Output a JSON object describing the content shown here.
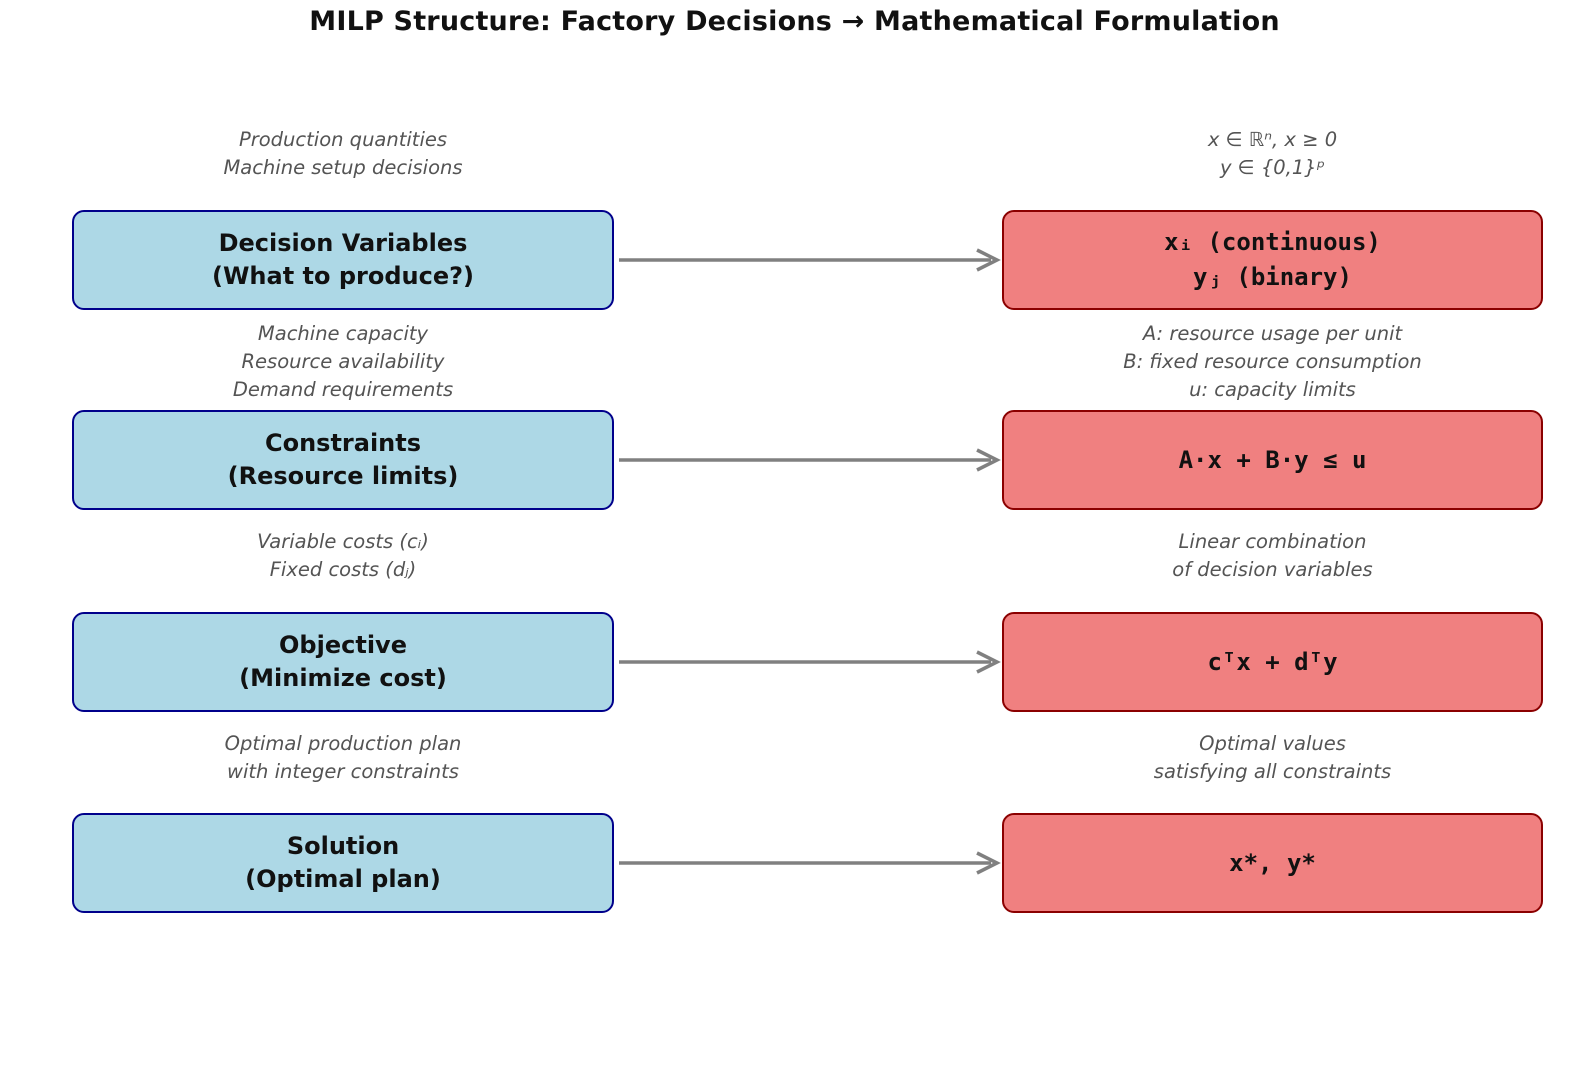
{
  "title": "MILP Structure: Factory Decisions → Mathematical Formulation",
  "colors": {
    "blue_box_fill": "#ADD8E6",
    "blue_box_border": "#00008B",
    "red_box_fill": "#F08080",
    "red_box_border": "#8B0000",
    "annotation_text": "#545454",
    "arrow": "#808080",
    "title_text": "#111111"
  },
  "rows": [
    {
      "left_note": [
        "Production quantities",
        "Machine setup decisions"
      ],
      "right_note": [
        "x ∈ ℝⁿ, x ≥ 0",
        "y ∈ {0,1}ᵖ"
      ],
      "blue_box": [
        "Decision Variables",
        "(What to produce?)"
      ],
      "red_box": [
        "xᵢ (continuous)",
        "yⱼ (binary)"
      ]
    },
    {
      "left_note": [
        "Machine capacity",
        "Resource availability",
        "Demand requirements"
      ],
      "right_note": [
        "A: resource usage per unit",
        "B: fixed resource consumption",
        "u: capacity limits"
      ],
      "blue_box": [
        "Constraints",
        "(Resource limits)"
      ],
      "red_box": [
        "A·x + B·y ≤ u"
      ]
    },
    {
      "left_note": [
        "Variable costs (cᵢ)",
        "Fixed costs (dⱼ)"
      ],
      "right_note": [
        "Linear combination",
        "of decision variables"
      ],
      "blue_box": [
        "Objective",
        "(Minimize cost)"
      ],
      "red_box": [
        "cᵀx + dᵀy"
      ]
    },
    {
      "left_note": [
        "Optimal production plan",
        "with integer constraints"
      ],
      "right_note": [
        "Optimal values",
        "satisfying all constraints"
      ],
      "blue_box": [
        "Solution",
        "(Optimal plan)"
      ],
      "red_box": [
        "x*, y*"
      ]
    }
  ]
}
